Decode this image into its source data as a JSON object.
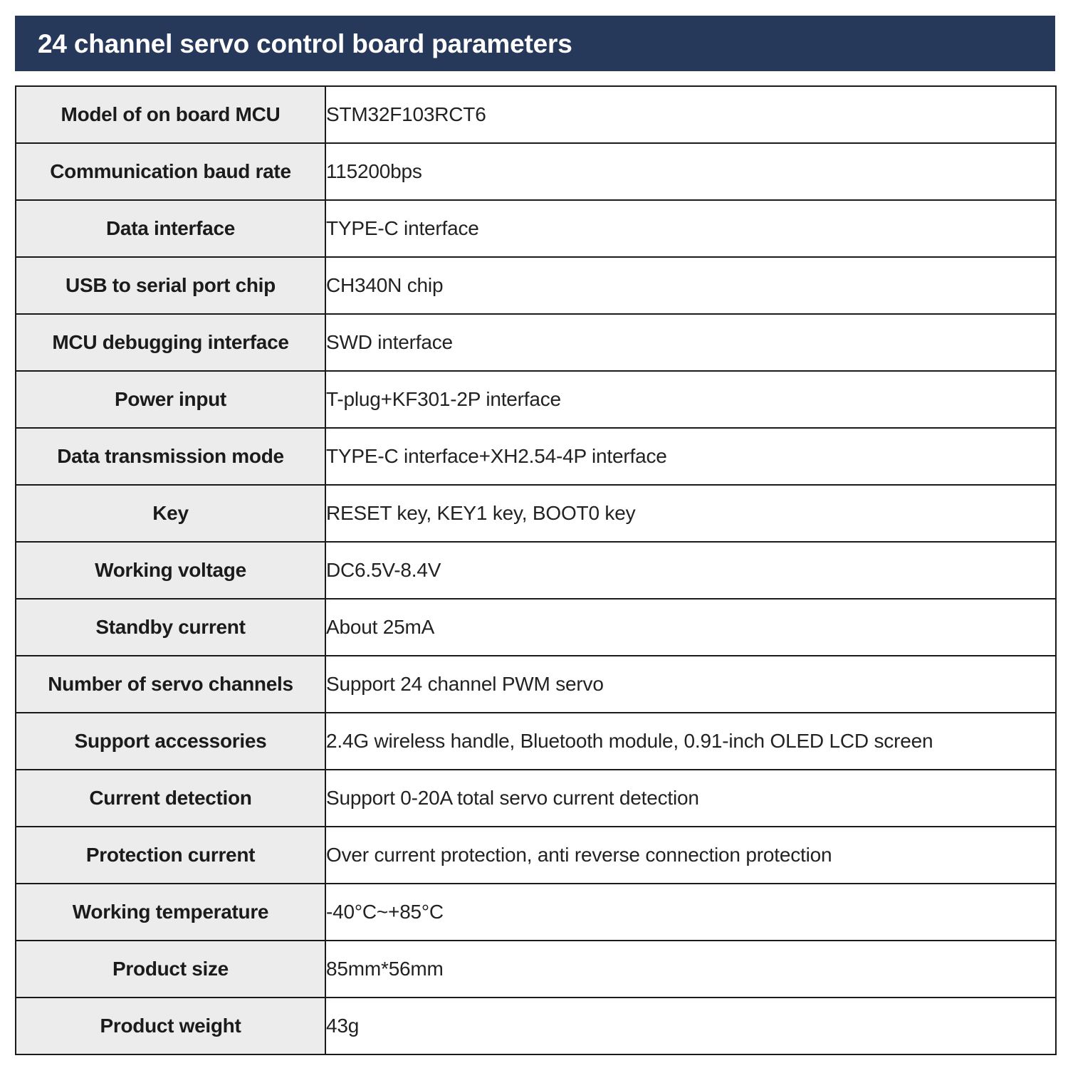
{
  "header": {
    "title": "24 channel servo control board parameters",
    "background_color": "#27395B",
    "text_color": "#FFFFFF"
  },
  "table": {
    "label_column_background": "#ECECEC",
    "value_column_background": "#FFFFFF",
    "border_color": "#1A1A1A",
    "rows": [
      {
        "label": "Model of on board MCU",
        "value": "STM32F103RCT6"
      },
      {
        "label": "Communication baud rate",
        "value": "115200bps"
      },
      {
        "label": "Data interface",
        "value": "TYPE-C interface"
      },
      {
        "label": "USB to serial port chip",
        "value": "CH340N chip"
      },
      {
        "label": "MCU debugging interface",
        "value": "SWD interface"
      },
      {
        "label": "Power input",
        "value": "T-plug+KF301-2P interface"
      },
      {
        "label": "Data transmission mode",
        "value": "TYPE-C interface+XH2.54-4P interface"
      },
      {
        "label": "Key",
        "value": "RESET key, KEY1 key, BOOT0 key"
      },
      {
        "label": "Working voltage",
        "value": "DC6.5V-8.4V"
      },
      {
        "label": "Standby current",
        "value": "About 25mA"
      },
      {
        "label": "Number of servo channels",
        "value": "Support 24 channel PWM servo"
      },
      {
        "label": "Support accessories",
        "value": "2.4G wireless handle, Bluetooth module, 0.91-inch OLED LCD screen"
      },
      {
        "label": "Current detection",
        "value": "Support 0-20A total servo current detection"
      },
      {
        "label": "Protection current",
        "value": "Over current protection, anti reverse connection protection"
      },
      {
        "label": "Working temperature",
        "value": "-40°C~+85°C"
      },
      {
        "label": "Product size",
        "value": "85mm*56mm"
      },
      {
        "label": "Product weight",
        "value": "43g"
      }
    ]
  }
}
